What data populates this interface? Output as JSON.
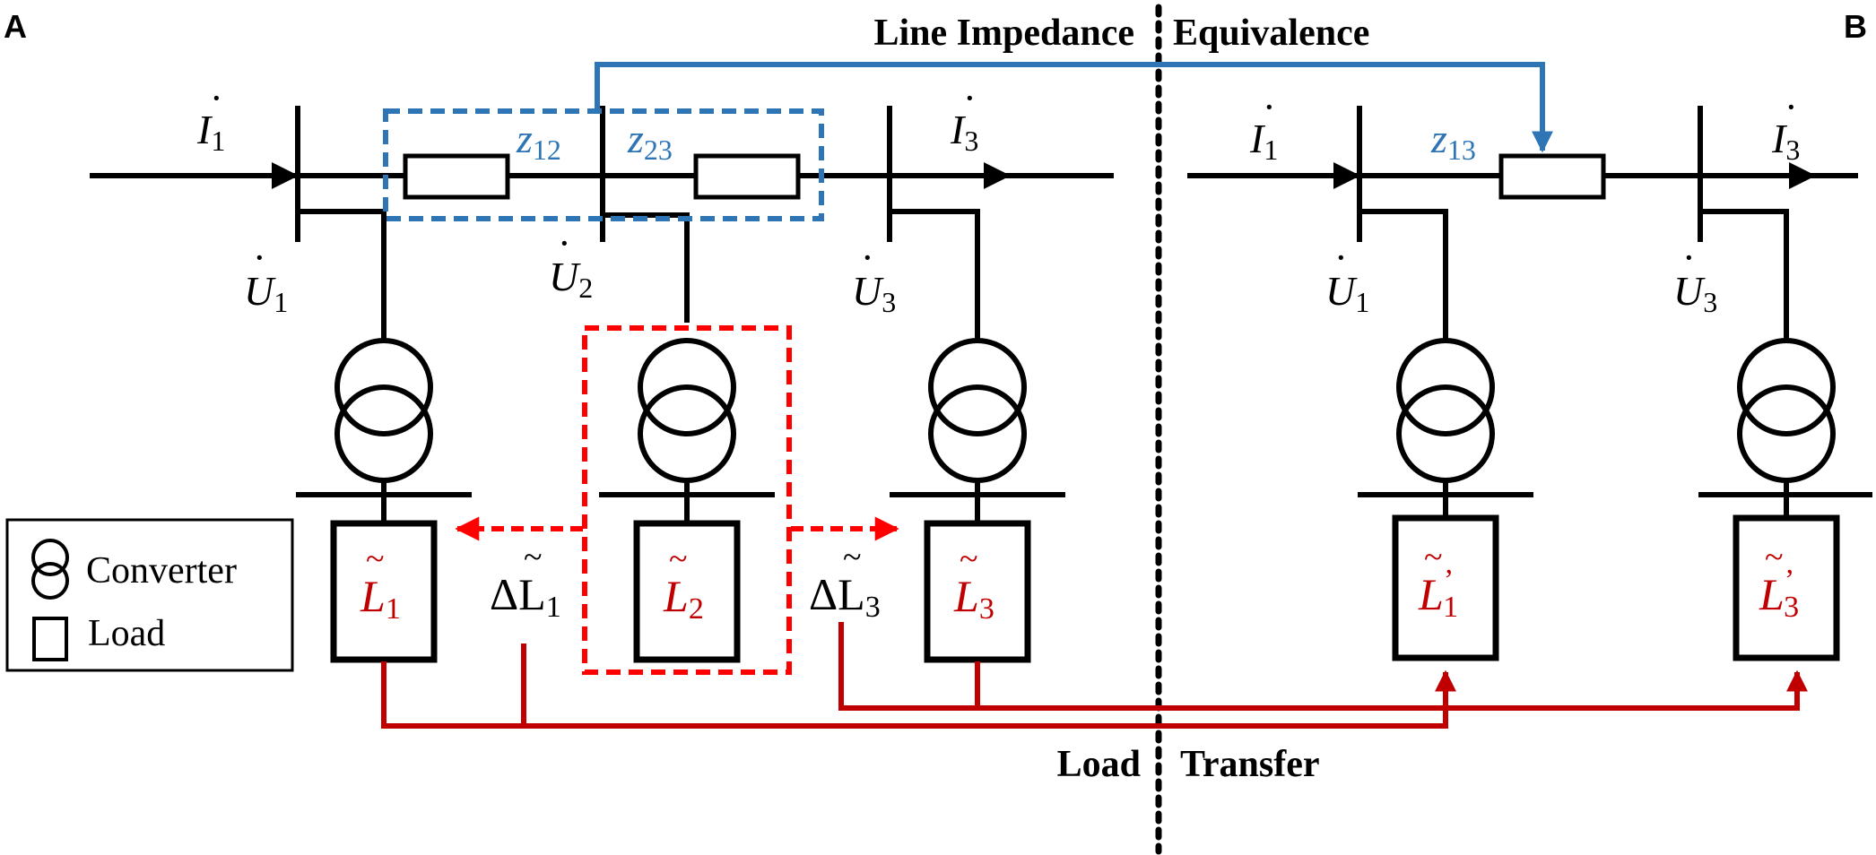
{
  "panels": {
    "left": "A",
    "right": "B"
  },
  "titles": {
    "top_left": "Line Impedance",
    "top_right": "Equivalence",
    "bottom_left": "Load",
    "bottom_right": "Transfer"
  },
  "legend": {
    "converter": "Converter",
    "load": "Load"
  },
  "currents": {
    "i1": "I",
    "i1_sub": "1",
    "i3": "I",
    "i3_sub": "3"
  },
  "voltages": {
    "u1": "U",
    "u1_sub": "1",
    "u2": "U",
    "u2_sub": "2",
    "u3": "U",
    "u3_sub": "3"
  },
  "impedances": {
    "z12": "z",
    "z12_sub": "12",
    "z23": "z",
    "z23_sub": "23",
    "z13": "z",
    "z13_sub": "13"
  },
  "loads": {
    "l1": "L",
    "l1_sub": "1",
    "l2": "L",
    "l2_sub": "2",
    "l3": "L",
    "l3_sub": "3",
    "l1p": "L",
    "l1p_sub": "1",
    "l3p": "L",
    "l3p_sub": "3",
    "prime": "’"
  },
  "deltas": {
    "d1": "ΔL",
    "d1_sub": "1",
    "d3": "ΔL",
    "d3_sub": "3"
  },
  "colors": {
    "blue": "#2e75b6",
    "red": "#c00000",
    "bright_red": "#ff0000",
    "black": "#000000"
  }
}
